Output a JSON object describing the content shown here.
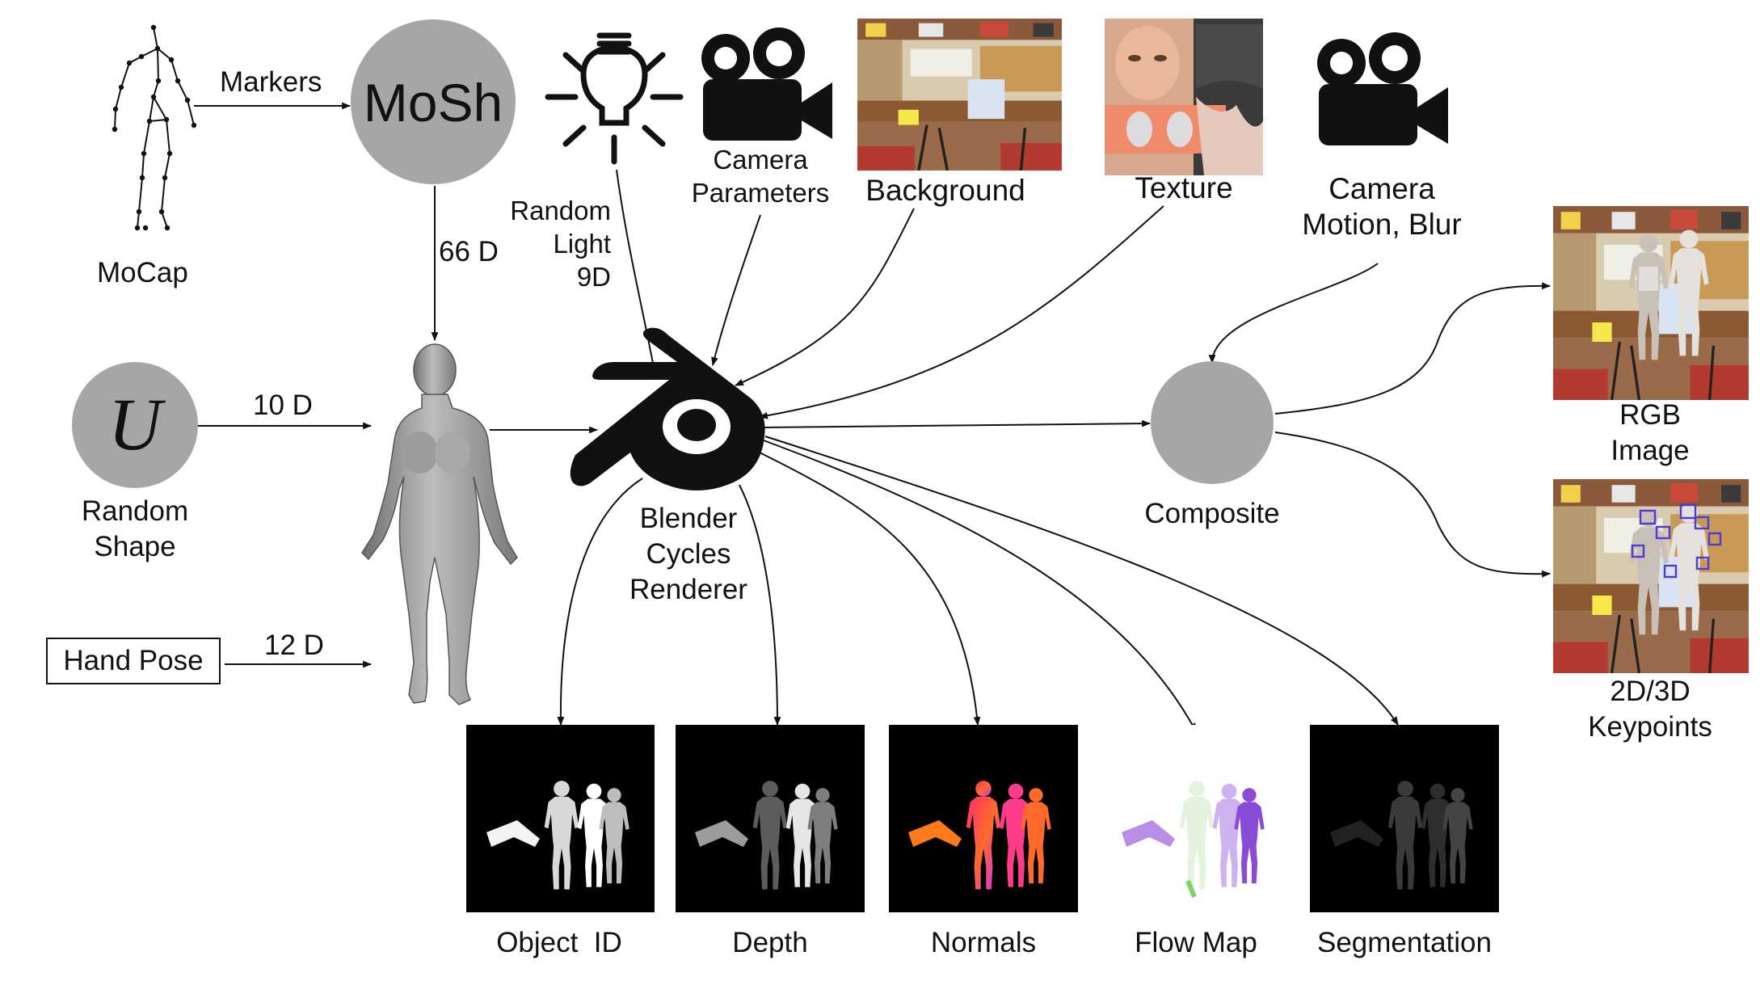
{
  "inputs": {
    "mocap": "MoCap",
    "markers": "Markers",
    "mosh": "MoSh",
    "mosh_dim": "66 D",
    "shape_symbol": "U",
    "shape_label": "Random\nShape",
    "shape_dim": "10 D",
    "hand_pose": "Hand Pose",
    "hand_dim": "12 D",
    "light_label": "Random\nLight\n9D",
    "camera_params": "Camera\nParameters",
    "background": "Background",
    "texture": "Texture",
    "camera_motion": "Camera\nMotion, Blur"
  },
  "renderer": {
    "label": "Blender\nCycles\nRenderer"
  },
  "composite": {
    "label": "Composite"
  },
  "outputs": {
    "rgb": "RGB\nImage",
    "keypoints": "2D/3D\nKeypoints",
    "object_id": "Object  ID",
    "depth": "Depth",
    "normals": "Normals",
    "flow": "Flow Map",
    "segmentation": "Segmentation"
  },
  "colors": {
    "node_gray": "#a6a6a6",
    "ink": "#111111",
    "restaurant_red": "#b23a2e",
    "wood": "#c79a5a",
    "skin": "#e8b898",
    "flow_green": "#7fd36a",
    "flow_purple": "#8a4bd6",
    "normals_pink": "#ff3c8a",
    "normals_orange": "#ff7a1a"
  },
  "icons": {
    "light": "light-bulb-icon",
    "camera": "movie-camera-icon",
    "blender": "blender-logo-icon",
    "skeleton": "mocap-skeleton-icon",
    "body": "human-body-mesh-icon"
  }
}
